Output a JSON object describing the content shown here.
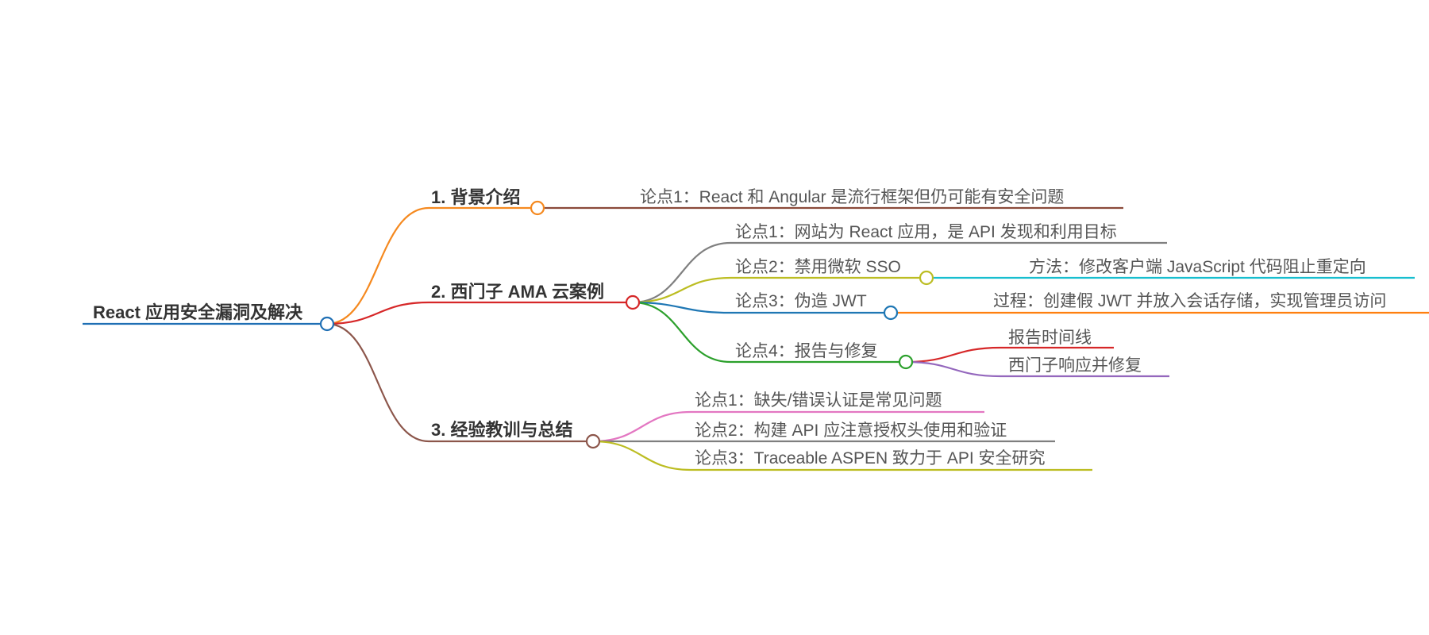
{
  "mindmap": {
    "root": {
      "label": "React 应用安全漏洞及解决",
      "color": "#1f6fb4"
    },
    "branches": [
      {
        "label": "1. 背景介绍",
        "color": "#f5891f",
        "children": [
          {
            "label": "论点1：React 和 Angular 是流行框架但仍可能有安全问题",
            "color": "#8b4a3a"
          }
        ]
      },
      {
        "label": "2. 西门子 AMA 云案例",
        "color": "#d62728",
        "children": [
          {
            "label": "论点1：网站为 React 应用，是 API 发现和利用目标",
            "color": "#808080"
          },
          {
            "label": "论点2：禁用微软 SSO",
            "color": "#bcbd22",
            "children": [
              {
                "label": "方法：修改客户端 JavaScript 代码阻止重定向",
                "color": "#17becf"
              }
            ]
          },
          {
            "label": "论点3：伪造 JWT",
            "color": "#1f77b4",
            "children": [
              {
                "label": "过程：创建假 JWT 并放入会话存储，实现管理员访问",
                "color": "#ff7f0e"
              }
            ]
          },
          {
            "label": "论点4：报告与修复",
            "color": "#2ca02c",
            "children": [
              {
                "label": "报告时间线",
                "color": "#d62728"
              },
              {
                "label": "西门子响应并修复",
                "color": "#9467bd"
              }
            ]
          }
        ]
      },
      {
        "label": "3. 经验教训与总结",
        "color": "#8c564b",
        "children": [
          {
            "label": "论点1：缺失/错误认证是常见问题",
            "color": "#e377c2"
          },
          {
            "label": "论点2：构建 API 应注意授权头使用和验证",
            "color": "#7f7f7f"
          },
          {
            "label": "论点3：Traceable ASPEN 致力于 API 安全研究",
            "color": "#bcbd22"
          }
        ]
      }
    ]
  }
}
